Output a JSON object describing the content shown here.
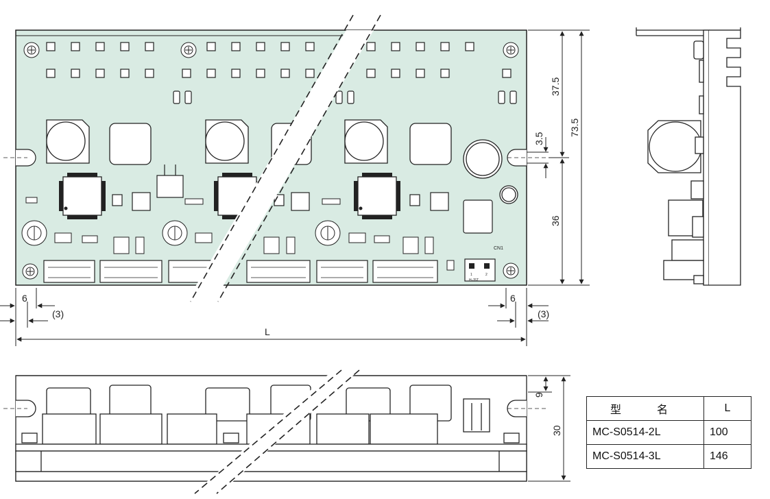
{
  "dimensions": {
    "top_height": "37.5",
    "total_height": "73.5",
    "hole_offset": "3.5",
    "bottom_height": "36",
    "left_edge": "6",
    "left_hole": "(3)",
    "right_edge": "6",
    "right_hole": "(3)",
    "length": "L",
    "front_top": "9",
    "front_height": "30"
  },
  "board_labels": {
    "cn1": "CN1",
    "pin1": "1",
    "pin2": "2",
    "jst": "H-JST"
  },
  "table": {
    "headers": [
      "型　名",
      "L"
    ],
    "rows": [
      {
        "model": "MC-S0514-2L",
        "length": "100"
      },
      {
        "model": "MC-S0514-3L",
        "length": "146"
      }
    ]
  },
  "colors": {
    "board": "#d9ebe3",
    "line": "#222222"
  }
}
